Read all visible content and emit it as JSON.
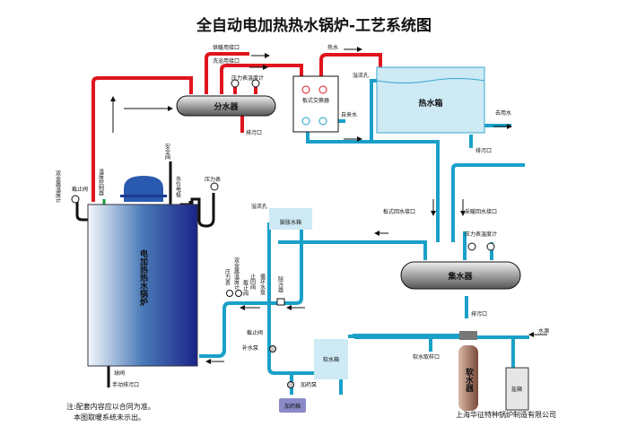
{
  "title": "全自动电加热热水锅炉-工艺系统图",
  "labels": {
    "heating_outlet": "供暖用接口",
    "bath_outlet": "洗浴用接口",
    "pt_gauge_top": "压力表温度计",
    "distributor": "分水器",
    "drain_top": "排污口",
    "hot_water": "热水",
    "plate_exchanger": "板式交换器",
    "tap_water": "自来水",
    "overflow_top": "溢流孔",
    "hot_tank": "热水箱",
    "to_use": "去用水",
    "drain_tank": "排污口",
    "bimetal_thermo": "双金属温度计",
    "stop_valve": "截止阀",
    "temp_controller": "温度控制器",
    "safety_valve": "安全阀",
    "level_electrode": "水位电极",
    "pressure_gauge": "压力表",
    "boiler": "电加热热水锅炉",
    "overflow_exp": "溢流孔",
    "exp_tank": "膨胀水箱",
    "pressure_gauge2": "压力表",
    "bimetal_thermo2": "双金属温度计",
    "stop_valve2": "截止阀",
    "check_valve": "止回阀",
    "circ_pump": "循环水泵",
    "dirt_sep": "除污器",
    "plate_return": "板式回水接口",
    "heat_return": "采暖回水接口",
    "pt_gauge_bottom": "压力表温度计",
    "collector": "集水器",
    "drain_col": "排污口",
    "stop_valve3": "截止阀",
    "makeup_pump": "补水泵",
    "soft_tank": "软水箱",
    "dosing_pump": "加药泵",
    "dosing_tank": "加药箱",
    "ball_valve": "球阀",
    "manual_drain": "手动排污口",
    "soft_sample": "软水取样口",
    "softener": "软水器",
    "salt_tank": "盐箱",
    "water_source": "水源",
    "note1": "注:配套内容应以合同为准。",
    "note2": "本图取暖系统未示出。",
    "company": "上海华征特种锅炉制造有限公司"
  },
  "colors": {
    "hot_pipe": "#e0141c",
    "cold_pipe": "#1aa0c8",
    "boiler": "#1a2a8a"
  }
}
